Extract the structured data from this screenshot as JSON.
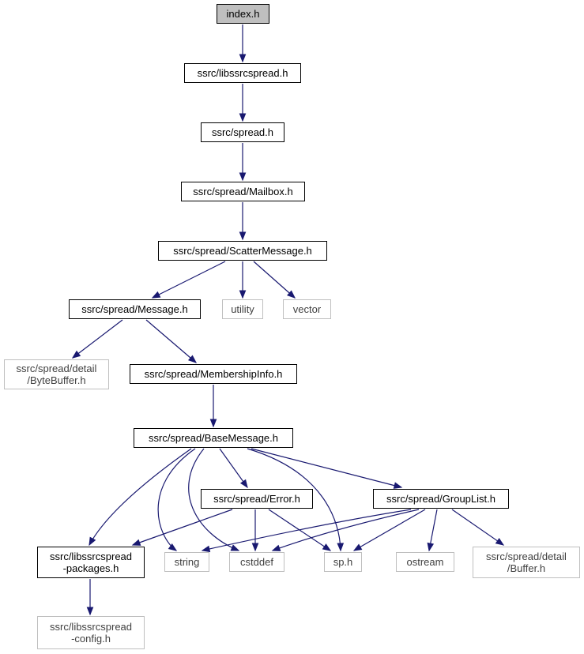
{
  "graph": {
    "nodes": [
      {
        "id": "index_h",
        "label": "index.h",
        "kind": "root"
      },
      {
        "id": "libssrcspread_h",
        "label": "ssrc/libssrcspread.h",
        "kind": "doc"
      },
      {
        "id": "spread_h",
        "label": "ssrc/spread.h",
        "kind": "doc"
      },
      {
        "id": "mailbox_h",
        "label": "ssrc/spread/Mailbox.h",
        "kind": "doc"
      },
      {
        "id": "scattermessage_h",
        "label": "ssrc/spread/ScatterMessage.h",
        "kind": "doc"
      },
      {
        "id": "message_h",
        "label": "ssrc/spread/Message.h",
        "kind": "doc"
      },
      {
        "id": "utility",
        "label": "utility",
        "kind": "ext"
      },
      {
        "id": "vector",
        "label": "vector",
        "kind": "ext"
      },
      {
        "id": "bytebuffer_h",
        "label": "ssrc/spread/detail\n/ByteBuffer.h",
        "kind": "ext"
      },
      {
        "id": "membershipinfo_h",
        "label": "ssrc/spread/MembershipInfo.h",
        "kind": "doc"
      },
      {
        "id": "basemessage_h",
        "label": "ssrc/spread/BaseMessage.h",
        "kind": "doc"
      },
      {
        "id": "error_h",
        "label": "ssrc/spread/Error.h",
        "kind": "doc"
      },
      {
        "id": "grouplist_h",
        "label": "ssrc/spread/GroupList.h",
        "kind": "doc"
      },
      {
        "id": "packages_h",
        "label": "ssrc/libssrcspread\n-packages.h",
        "kind": "doc"
      },
      {
        "id": "string",
        "label": "string",
        "kind": "ext"
      },
      {
        "id": "cstddef",
        "label": "cstddef",
        "kind": "ext"
      },
      {
        "id": "sp_h",
        "label": "sp.h",
        "kind": "ext"
      },
      {
        "id": "ostream",
        "label": "ostream",
        "kind": "ext"
      },
      {
        "id": "buffer_h",
        "label": "ssrc/spread/detail\n/Buffer.h",
        "kind": "ext"
      },
      {
        "id": "config_h",
        "label": "ssrc/libssrcspread\n-config.h",
        "kind": "ext"
      }
    ],
    "edges": [
      [
        "index_h",
        "libssrcspread_h"
      ],
      [
        "libssrcspread_h",
        "spread_h"
      ],
      [
        "spread_h",
        "mailbox_h"
      ],
      [
        "mailbox_h",
        "scattermessage_h"
      ],
      [
        "scattermessage_h",
        "message_h"
      ],
      [
        "scattermessage_h",
        "utility"
      ],
      [
        "scattermessage_h",
        "vector"
      ],
      [
        "message_h",
        "bytebuffer_h"
      ],
      [
        "message_h",
        "membershipinfo_h"
      ],
      [
        "membershipinfo_h",
        "basemessage_h"
      ],
      [
        "basemessage_h",
        "packages_h"
      ],
      [
        "basemessage_h",
        "string"
      ],
      [
        "basemessage_h",
        "cstddef"
      ],
      [
        "basemessage_h",
        "error_h"
      ],
      [
        "basemessage_h",
        "sp_h"
      ],
      [
        "basemessage_h",
        "grouplist_h"
      ],
      [
        "error_h",
        "packages_h"
      ],
      [
        "error_h",
        "cstddef"
      ],
      [
        "error_h",
        "sp_h"
      ],
      [
        "grouplist_h",
        "string"
      ],
      [
        "grouplist_h",
        "cstddef"
      ],
      [
        "grouplist_h",
        "sp_h"
      ],
      [
        "grouplist_h",
        "ostream"
      ],
      [
        "grouplist_h",
        "buffer_h"
      ],
      [
        "packages_h",
        "config_h"
      ]
    ],
    "colors": {
      "edge": "#191970",
      "root_fill": "#bfbfbf",
      "doc_border": "#000000",
      "ext_border": "#bfbfbf",
      "ext_text": "#404040"
    }
  }
}
